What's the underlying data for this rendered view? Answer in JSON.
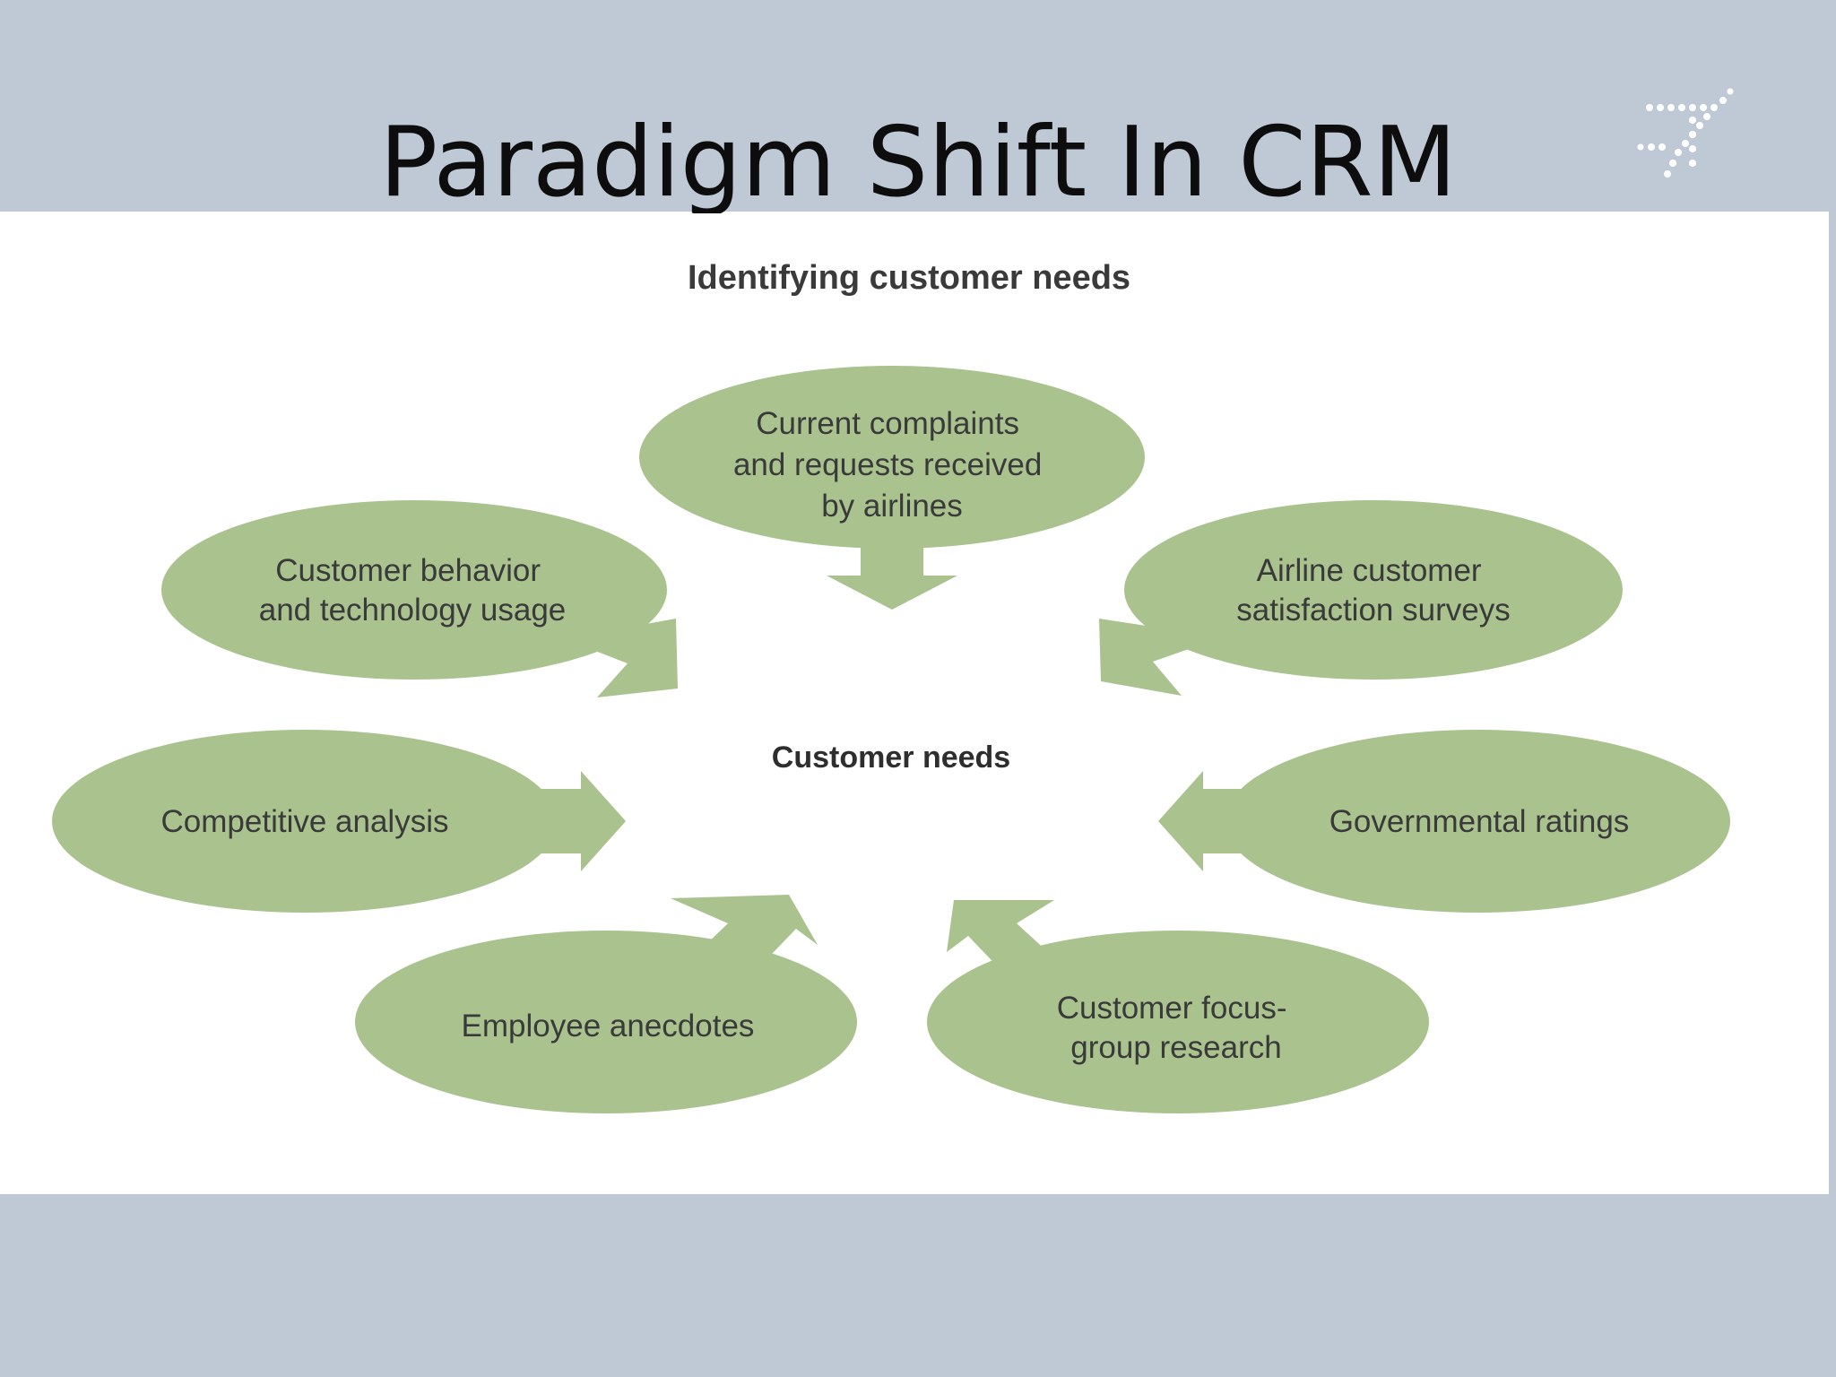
{
  "slide": {
    "title": "Paradigm Shift In CRM"
  },
  "diagram": {
    "heading": "Identifying customer needs",
    "center": "Customer needs",
    "node_color": "#a9c28e",
    "band_color": "#bfc9d6",
    "nodes": [
      {
        "id": "complaints",
        "lines": [
          "Current complaints",
          "and requests received",
          "by airlines"
        ]
      },
      {
        "id": "behavior",
        "lines": [
          "Customer behavior",
          "and technology usage"
        ]
      },
      {
        "id": "surveys",
        "lines": [
          "Airline customer",
          "satisfaction surveys"
        ]
      },
      {
        "id": "competitive",
        "lines": [
          "Competitive analysis"
        ]
      },
      {
        "id": "governmental",
        "lines": [
          "Governmental ratings"
        ]
      },
      {
        "id": "anecdotes",
        "lines": [
          "Employee anecdotes"
        ]
      },
      {
        "id": "focus-group",
        "lines": [
          "Customer focus-",
          "group research"
        ]
      }
    ]
  },
  "logo": {
    "icon": "dotted-airplane-icon"
  }
}
